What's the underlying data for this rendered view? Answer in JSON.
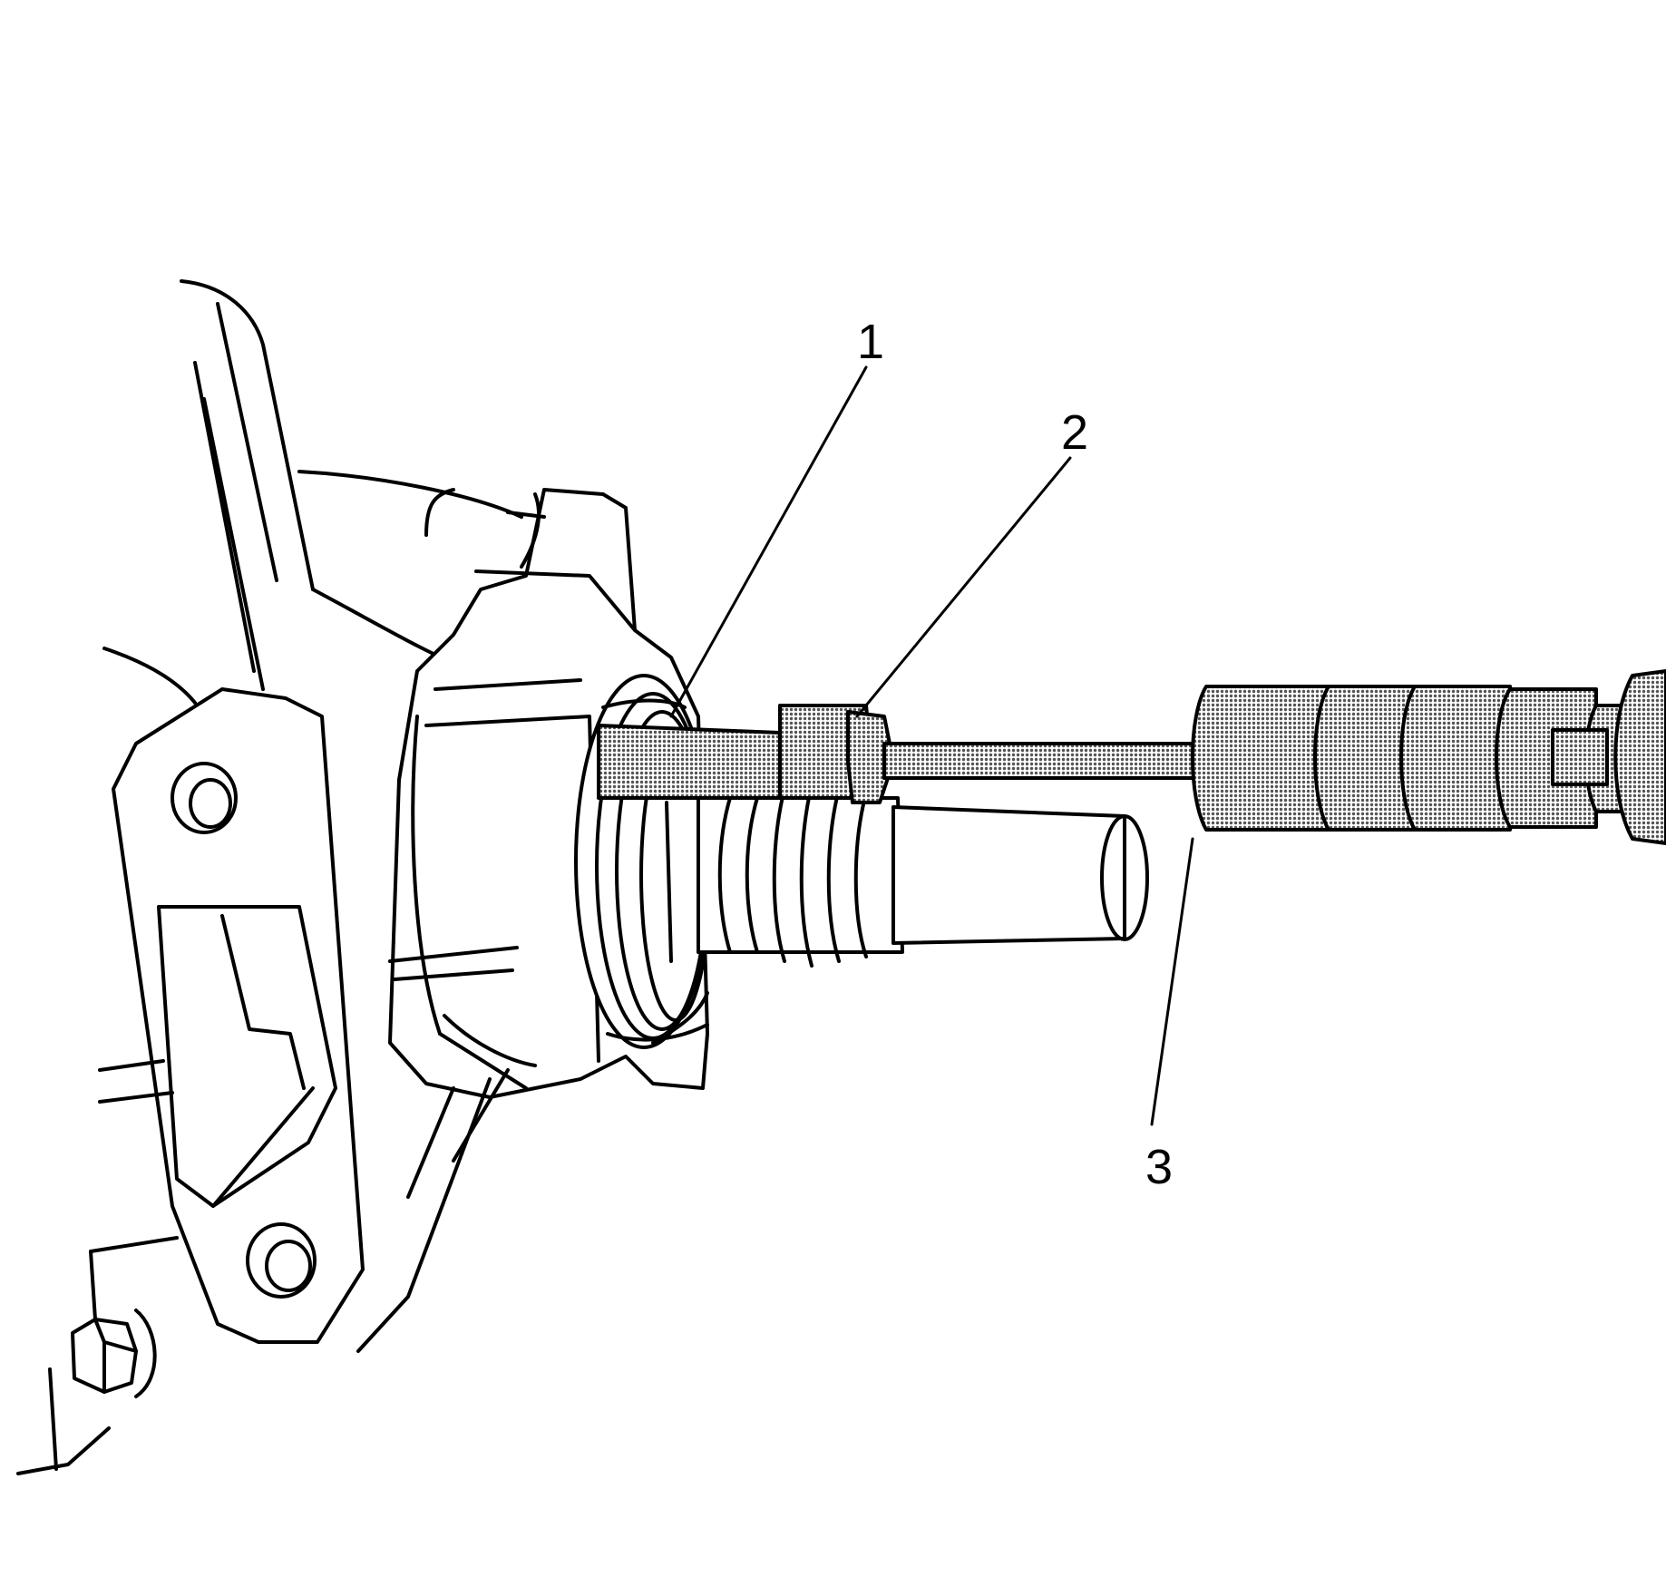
{
  "callouts": [
    {
      "id": "1",
      "label": "1"
    },
    {
      "id": "2",
      "label": "2"
    },
    {
      "id": "3",
      "label": "3"
    }
  ],
  "colors": {
    "line": "#000000",
    "background": "#ffffff",
    "tool_fill": "#9a9a9a"
  }
}
